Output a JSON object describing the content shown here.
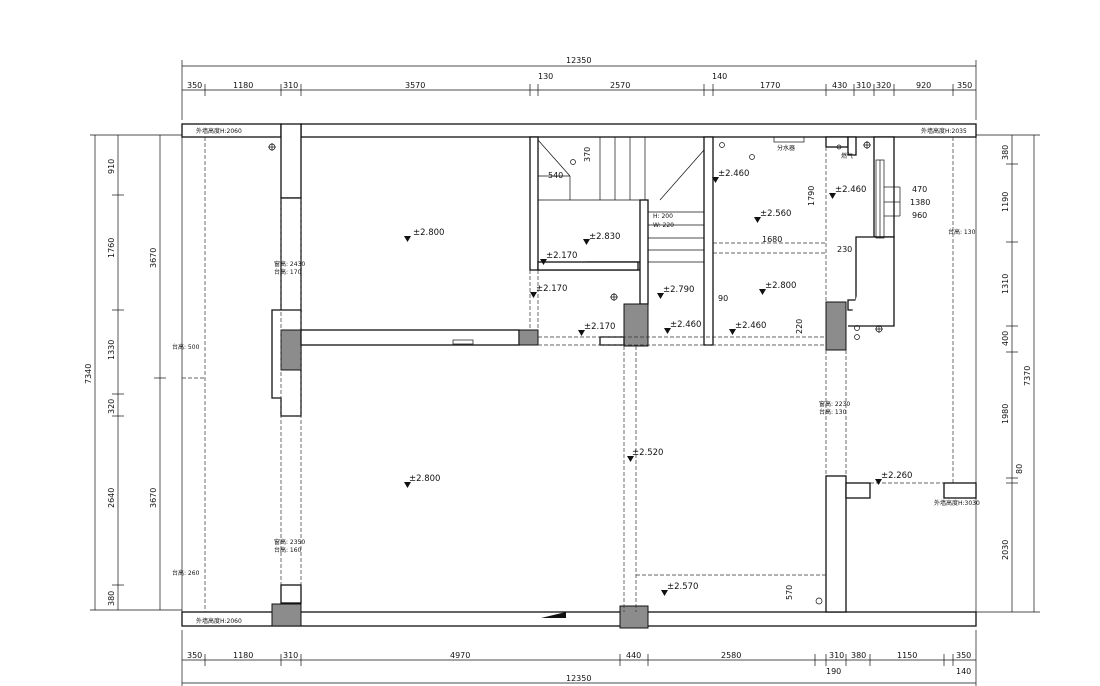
{
  "dimensions": {
    "top_total": "12350",
    "top_segments": [
      "350",
      "1180",
      "310",
      "3570",
      "130",
      "2570",
      "140",
      "1770",
      "430",
      "310",
      "320",
      "920",
      "350"
    ],
    "bottom_total": "12350",
    "bottom_segments": [
      "350",
      "1180",
      "310",
      "4970",
      "440",
      "2580",
      "310",
      "380",
      "1150",
      "350"
    ],
    "bottom_extra": [
      "190",
      "140"
    ],
    "left_total": "7340",
    "left_segments": [
      "910",
      "1760",
      "1330",
      "320",
      "2640",
      "380"
    ],
    "left_inner": [
      "3670",
      "3670"
    ],
    "right_total": "7370",
    "right_segments": [
      "380",
      "1190",
      "1310",
      "400",
      "1980",
      "80",
      "2030"
    ]
  },
  "rooms": {
    "interior_dims": [
      "370",
      "540",
      "1790",
      "1680",
      "230",
      "90",
      "220",
      "570"
    ],
    "stack_dims": [
      "470",
      "1380",
      "960"
    ],
    "stair_note": [
      "H: 200",
      "W: 220"
    ]
  },
  "elevations": [
    {
      "text": "±2.800"
    },
    {
      "text": "±2.830"
    },
    {
      "text": "±2.170"
    },
    {
      "text": "±2.170"
    },
    {
      "text": "±2.170"
    },
    {
      "text": "±2.790"
    },
    {
      "text": "±2.460"
    },
    {
      "text": "±2.460"
    },
    {
      "text": "±2.460"
    },
    {
      "text": "±2.560"
    },
    {
      "text": "±2.460"
    },
    {
      "text": "±2.800"
    },
    {
      "text": "±2.800"
    },
    {
      "text": "±2.520"
    },
    {
      "text": "±2.260"
    },
    {
      "text": "±2.570"
    }
  ],
  "notes": {
    "wall_h_top_left": "外墙高度H:2060",
    "wall_h_top_right": "外墙高度H:2035",
    "wall_h_bottom_left": "外墙高度H:2060",
    "wall_h_bottom_right": "外墙高度H:3030",
    "sill_500": "台高: 500",
    "sill_260": "台高: 260",
    "sill_130_right": "台高: 130",
    "window_1": [
      "窗高: 2430",
      "台高: 170"
    ],
    "window_2": [
      "窗高: 2350",
      "台高: 160"
    ],
    "window_3": [
      "窗高: 2230",
      "台高: 130"
    ],
    "water_heater": "分水器",
    "gas": "燃气"
  }
}
